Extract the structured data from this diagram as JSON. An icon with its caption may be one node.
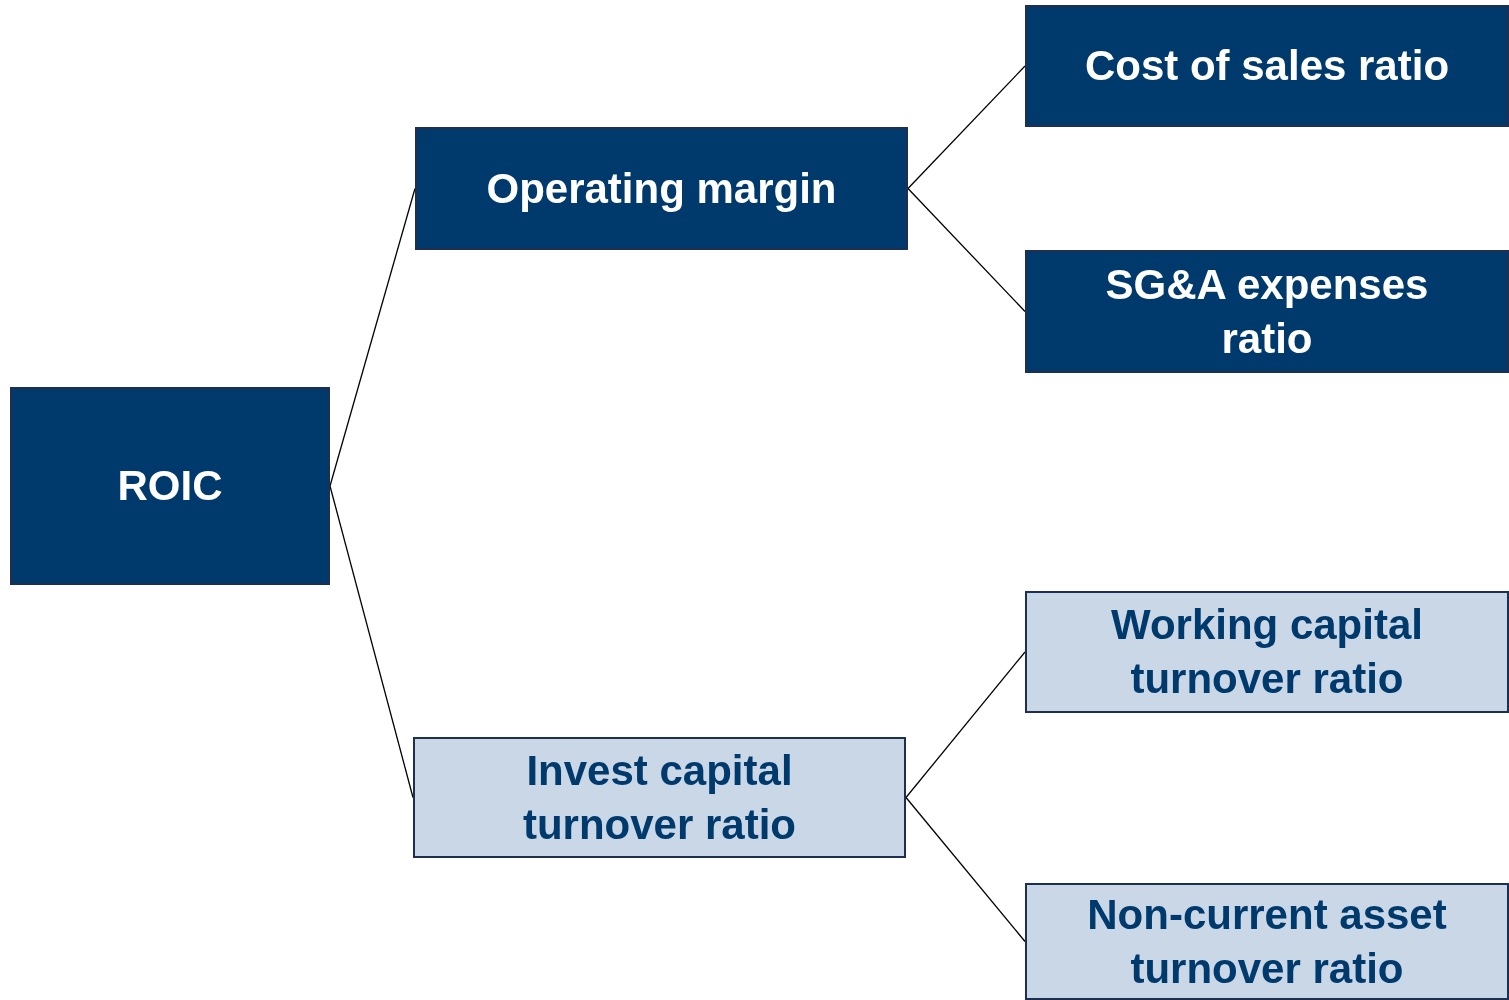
{
  "diagram": {
    "nodes": [
      {
        "text": [
          "ROIC"
        ]
      },
      {
        "text": [
          "Operating margin"
        ]
      },
      {
        "text": [
          "Invest capital turnover ratio"
        ]
      },
      {
        "text": [
          "Cost of sales ratio"
        ]
      },
      {
        "text": [
          "SG&A expenses ratio"
        ]
      },
      {
        "text": [
          "Working capital turnover ratio"
        ]
      },
      {
        "text": [
          "Non-current asset turnover ratio"
        ]
      }
    ],
    "edges": [
      {
        "from": 0,
        "to": 1,
        "arrow": "none"
      },
      {
        "from": 0,
        "to": 2,
        "arrow": "none"
      },
      {
        "from": 1,
        "to": 3,
        "arrow": "none"
      },
      {
        "from": 1,
        "to": 4,
        "arrow": "none"
      },
      {
        "from": 2,
        "to": 5,
        "arrow": "none"
      },
      {
        "from": 2,
        "to": 6,
        "arrow": "none"
      }
    ]
  }
}
